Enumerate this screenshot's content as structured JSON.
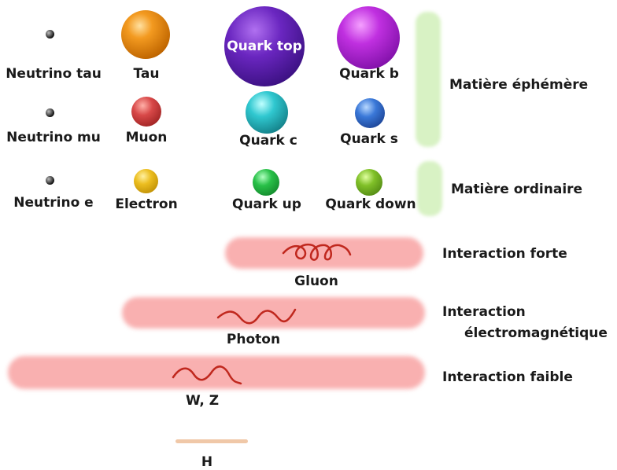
{
  "particles": {
    "neutrino_tau": "Neutrino tau",
    "tau": "Tau",
    "quark_top": "Quark top",
    "quark_b": "Quark b",
    "neutrino_mu": "Neutrino mu",
    "muon": "Muon",
    "quark_c": "Quark c",
    "quark_s": "Quark s",
    "neutrino_e": "Neutrino e",
    "electron": "Electron",
    "quark_up": "Quark up",
    "quark_down": "Quark down"
  },
  "groups": {
    "ephemeral": "Matière éphémère",
    "ordinary": "Matière ordinaire"
  },
  "bosons": {
    "gluon": "Gluon",
    "photon": "Photon",
    "wz": "W, Z",
    "higgs": "H"
  },
  "interactions": {
    "strong": "Interaction forte",
    "em_line1": "Interaction",
    "em_line2": "électromagnétique",
    "weak": "Interaction faible"
  },
  "colors": {
    "tau": "#f08a10",
    "quark_top": "#5a1ea0",
    "quark_b": "#b020d0",
    "muon": "#c83a3a",
    "quark_c": "#20b0b8",
    "quark_s": "#2a66c8",
    "electron": "#e8b418",
    "quark_up": "#22b040",
    "quark_down": "#70b020",
    "neutrino": "#222222",
    "interaction_band": "#f8a8a8",
    "matter_band": "#d8f2c4",
    "wave": "#c0281e",
    "higgs_line": "#f0c8a8"
  }
}
